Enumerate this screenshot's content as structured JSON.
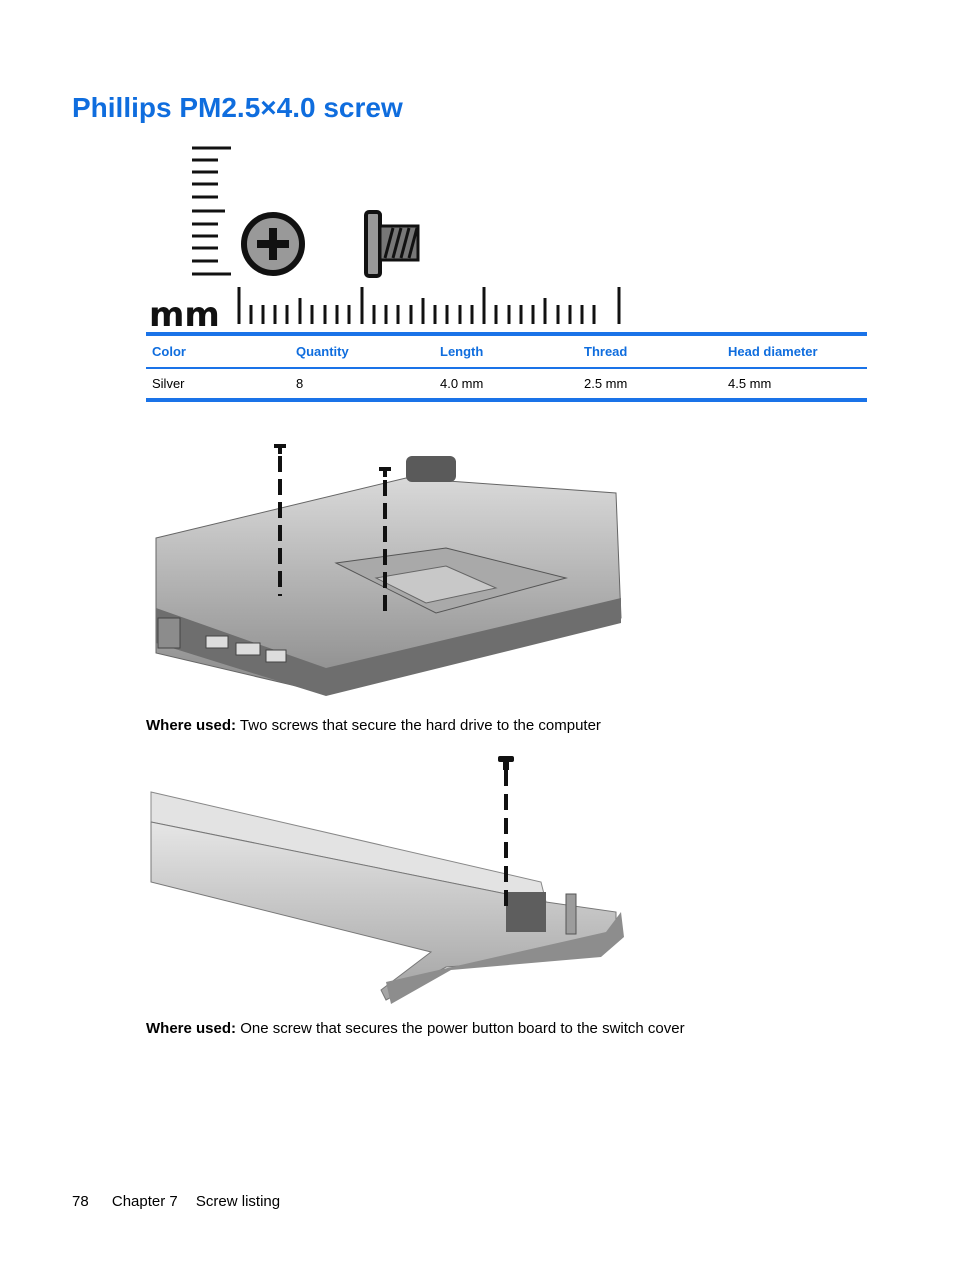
{
  "page": {
    "title": "Phillips PM2.5×4.0 screw"
  },
  "ruler": {
    "unit_label": "mm",
    "icons": [
      "phillips-head-icon",
      "screw-side-icon"
    ]
  },
  "spec_table": {
    "headers": [
      "Color",
      "Quantity",
      "Length",
      "Thread",
      "Head diameter"
    ],
    "rows": [
      [
        "Silver",
        "8",
        "4.0 mm",
        "2.5 mm",
        "4.5 mm"
      ]
    ]
  },
  "usages": [
    {
      "label": "Where used:",
      "text": "Two screws that secure the hard drive to the computer"
    },
    {
      "label": "Where used:",
      "text": "One screw that secures the power button board to the switch cover"
    }
  ],
  "footer": {
    "page_number": "78",
    "chapter": "Chapter 7",
    "section": "Screw listing"
  },
  "colors": {
    "accent": "#0f6dde",
    "rule": "#1a73e8"
  }
}
